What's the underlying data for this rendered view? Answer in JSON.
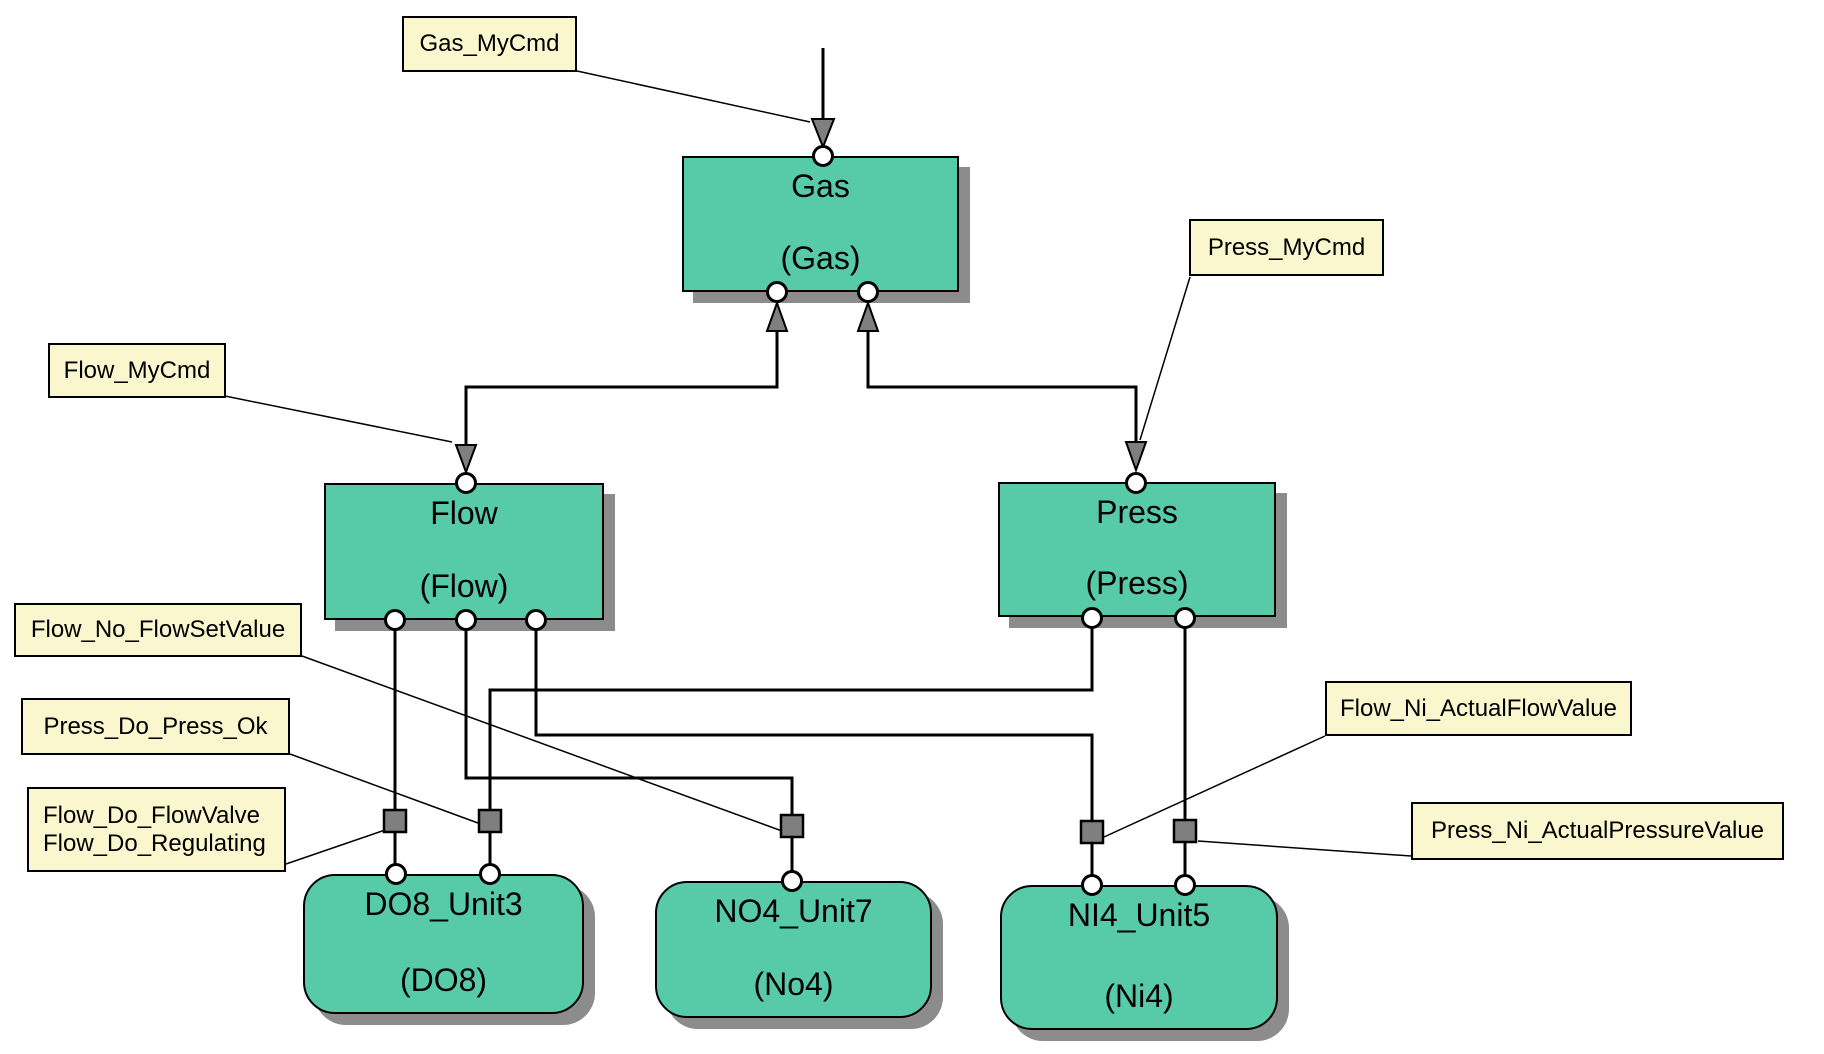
{
  "blocks": {
    "gas": {
      "title": "Gas",
      "subtitle": "(Gas)"
    },
    "flow": {
      "title": "Flow",
      "subtitle": "(Flow)"
    },
    "press": {
      "title": "Press",
      "subtitle": "(Press)"
    },
    "do8": {
      "title": "DO8_Unit3",
      "subtitle": "(DO8)"
    },
    "no4": {
      "title": "NO4_Unit7",
      "subtitle": "(No4)"
    },
    "ni4": {
      "title": "NI4_Unit5",
      "subtitle": "(Ni4)"
    }
  },
  "signal_labels": {
    "gas_mycmd": "Gas_MyCmd",
    "flow_mycmd": "Flow_MyCmd",
    "press_mycmd": "Press_MyCmd",
    "flow_no_flowsetvalue": "Flow_No_FlowSetValue",
    "press_do_press_ok": "Press_Do_Press_Ok",
    "flow_do_flowvalve": "Flow_Do_FlowValve",
    "flow_do_regulating": "Flow_Do_Regulating",
    "flow_ni_actualflowvalue": "Flow_Ni_ActualFlowValue",
    "press_ni_actualpressurevalue": "Press_Ni_ActualPressureValue"
  },
  "colors": {
    "block_fill": "#57cba7",
    "block_border": "#000000",
    "block_shadow": "#8c8c8c",
    "label_fill": "#faf6cd",
    "connector_line": "#000000",
    "marker_gray": "#7f7f7f",
    "port_fill": "#ffffff",
    "background": "#ffffff"
  }
}
